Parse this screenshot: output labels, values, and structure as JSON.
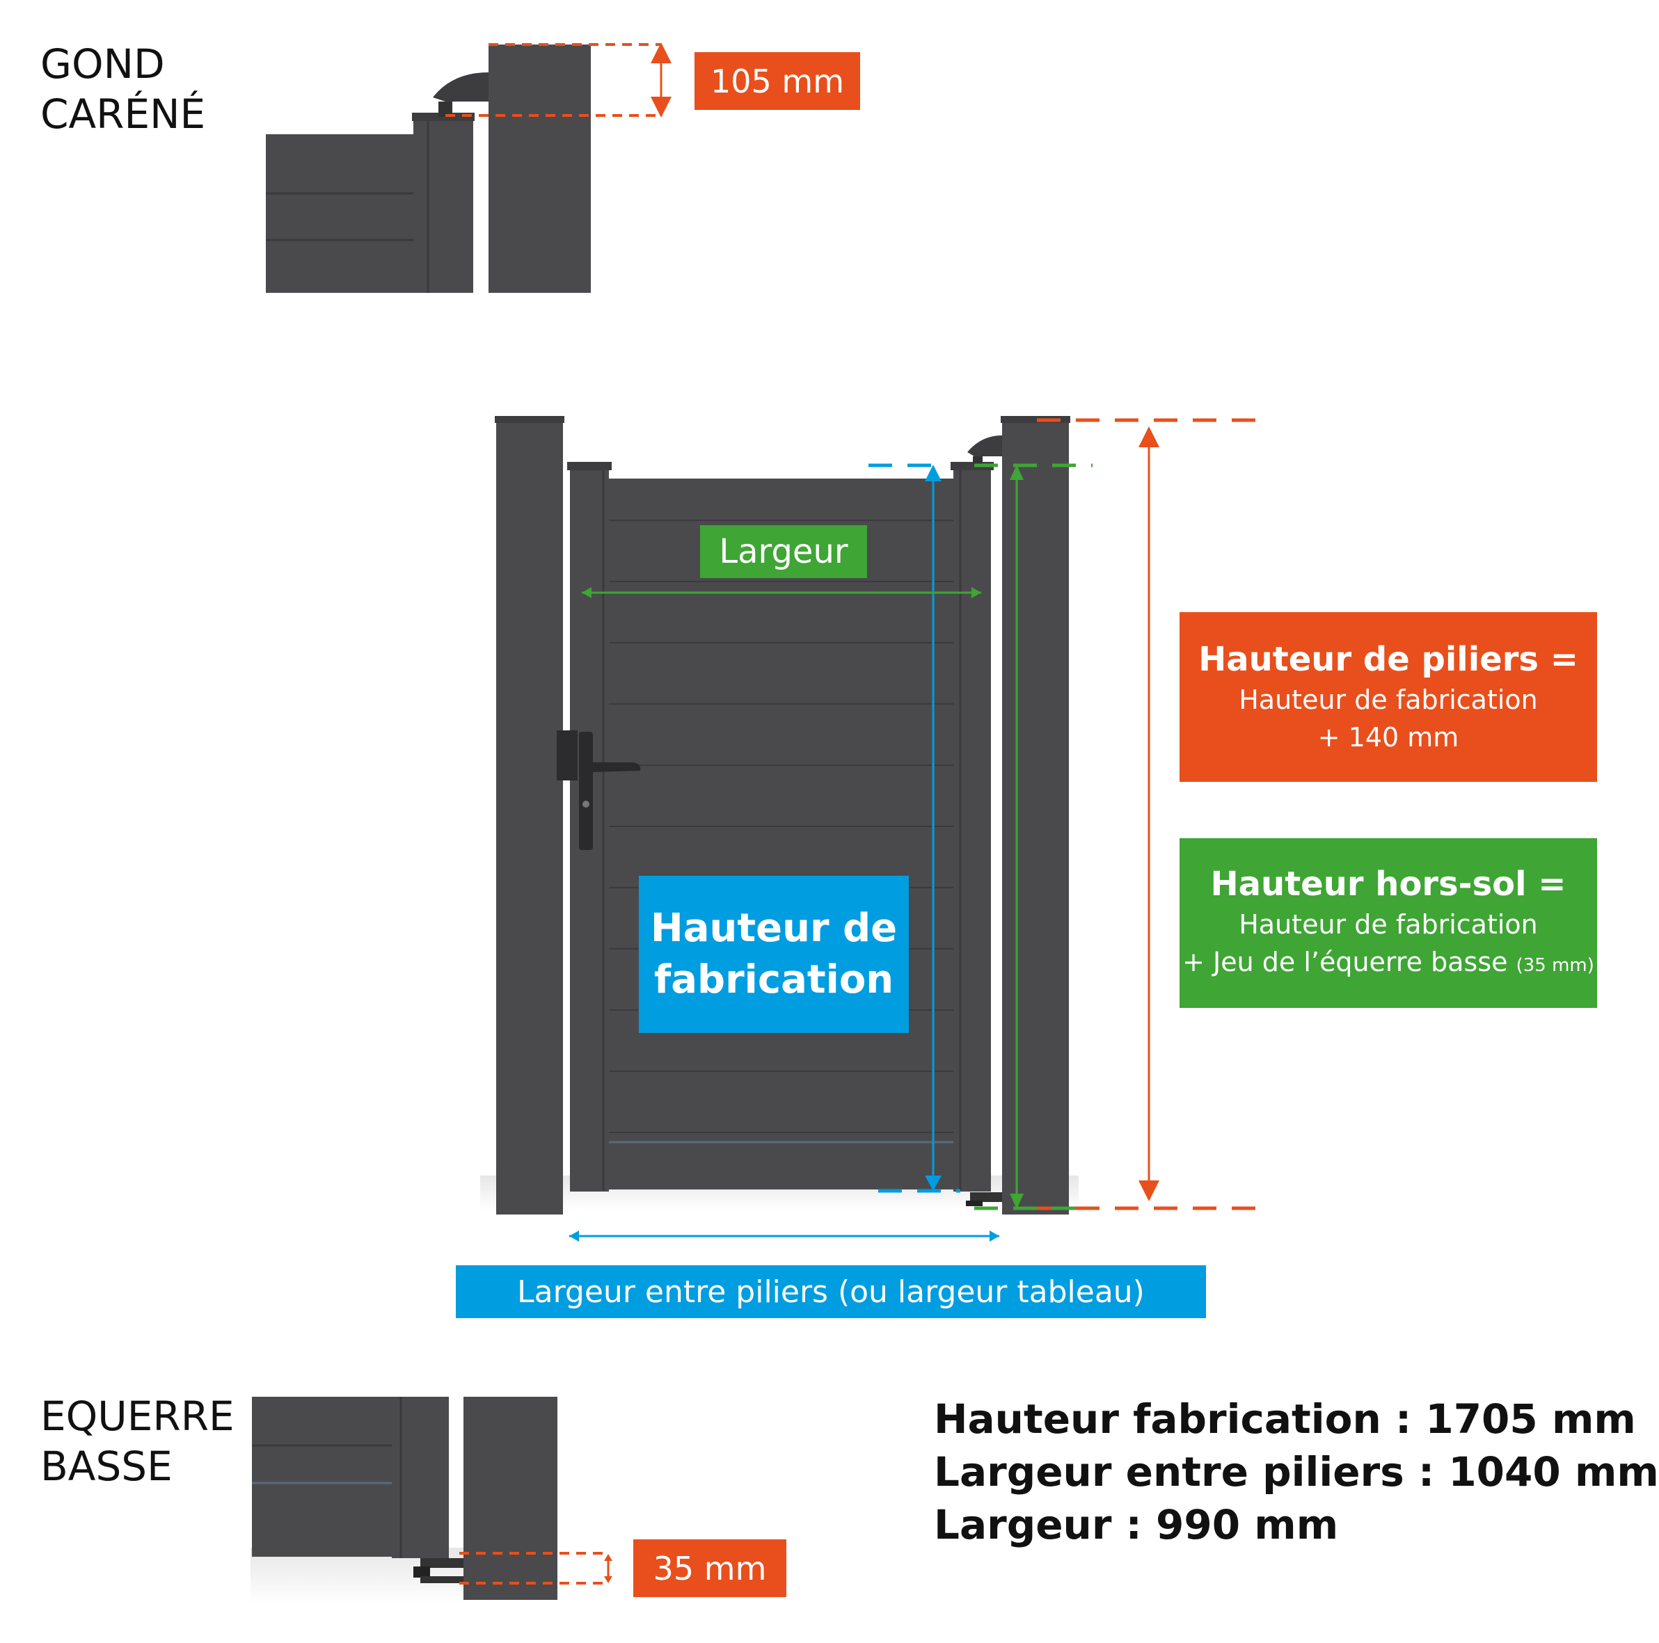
{
  "top_detail": {
    "title_line1": "GOND",
    "title_line2": "CARÉNÉ",
    "dimension": "105 mm"
  },
  "bottom_detail": {
    "title_line1": "EQUERRE",
    "title_line2": "BASSE",
    "dimension": "35 mm"
  },
  "labels": {
    "largeur": "Largeur",
    "hauteur_fabrication_line1": "Hauteur de",
    "hauteur_fabrication_line2": "fabrication",
    "largeur_entre_piliers": "Largeur entre piliers (ou largeur tableau)"
  },
  "info_boxes": {
    "piliers": {
      "heading": "Hauteur de piliers =",
      "line1": "Hauteur de fabrication",
      "line2": "+ 140 mm"
    },
    "hors_sol": {
      "heading": "Hauteur hors-sol =",
      "line1": "Hauteur de fabrication",
      "line2": "+ Jeu de l’équerre basse",
      "line2_small": "(35 mm)"
    }
  },
  "specs": {
    "hauteur_fabrication": "Hauteur fabrication : 1705 mm",
    "largeur_entre_piliers": "Largeur entre piliers : 1040 mm",
    "largeur": "Largeur : 990 mm"
  },
  "colors": {
    "orange": "#e84f1c",
    "green": "#3fa535",
    "blue": "#009de0",
    "metal": "#4a4a4c"
  }
}
